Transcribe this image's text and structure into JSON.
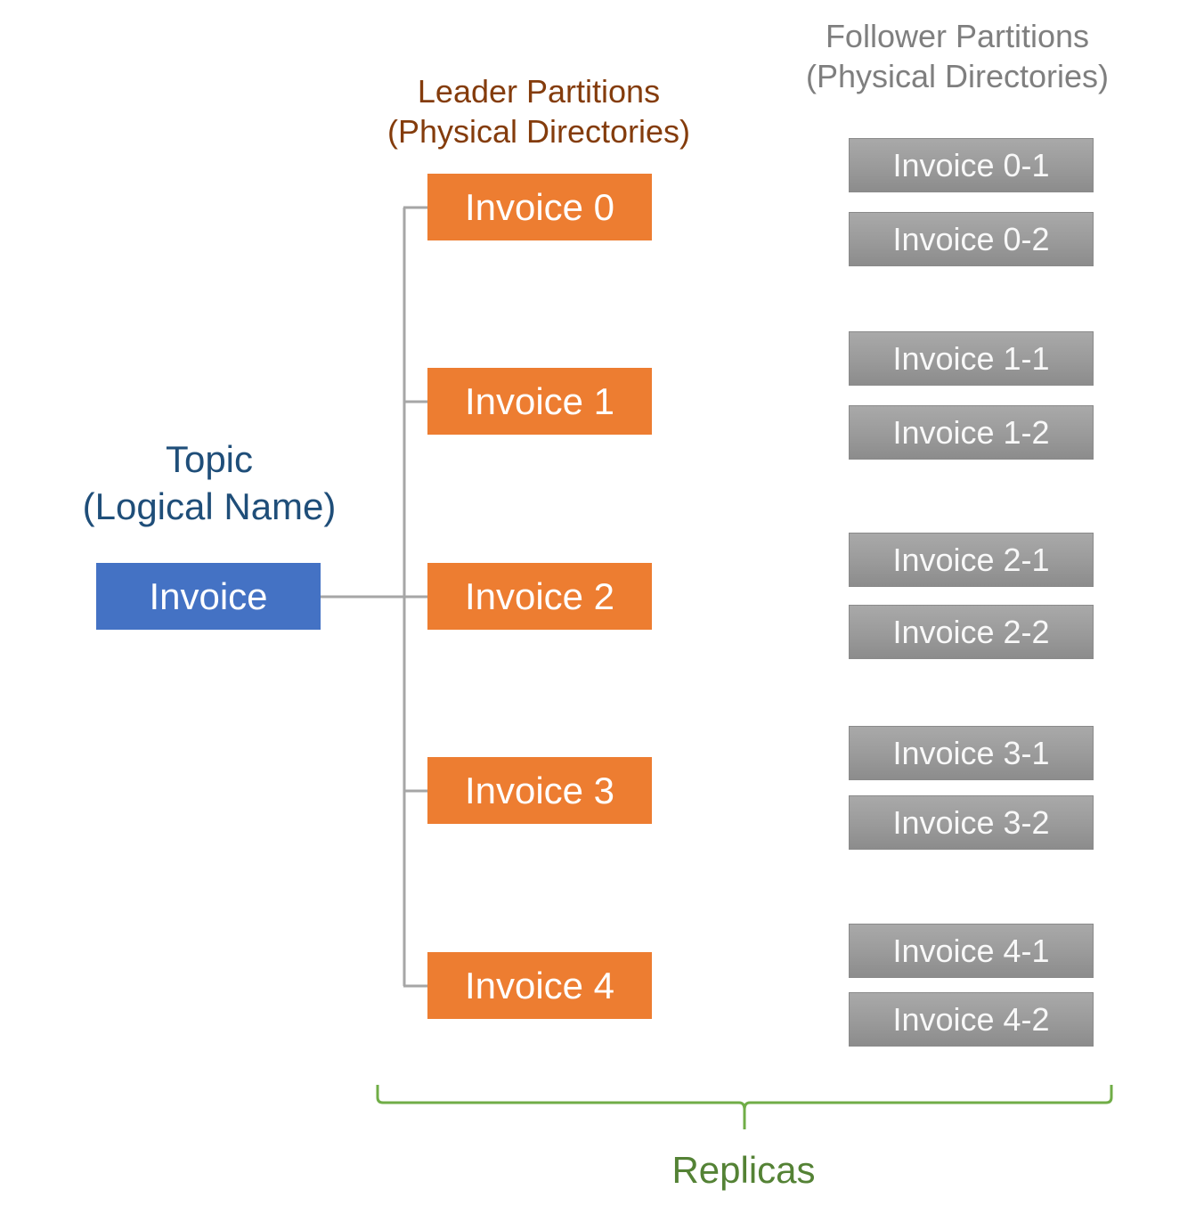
{
  "topic": {
    "heading": "Topic",
    "subheading": "(Logical Name)",
    "name": "Invoice"
  },
  "leader": {
    "heading": "Leader Partitions",
    "subheading": "(Physical Directories)",
    "partitions": [
      "Invoice 0",
      "Invoice 1",
      "Invoice 2",
      "Invoice 3",
      "Invoice 4"
    ]
  },
  "follower": {
    "heading": "Follower Partitions",
    "subheading": "(Physical Directories)",
    "partitions": [
      "Invoice 0-1",
      "Invoice 0-2",
      "Invoice 1-1",
      "Invoice 1-2",
      "Invoice 2-1",
      "Invoice 2-2",
      "Invoice 3-1",
      "Invoice 3-2",
      "Invoice 4-1",
      "Invoice 4-2"
    ]
  },
  "replicas": {
    "label": "Replicas"
  },
  "colors": {
    "topic_box": "#4472c4",
    "topic_text": "#1f4e79",
    "leader_box": "#ed7d31",
    "leader_text": "#843c0c",
    "follower_box": "#a6a6a6",
    "follower_text": "#7f7f7f",
    "replicas": "#548235",
    "connector": "#a6a6a6"
  }
}
